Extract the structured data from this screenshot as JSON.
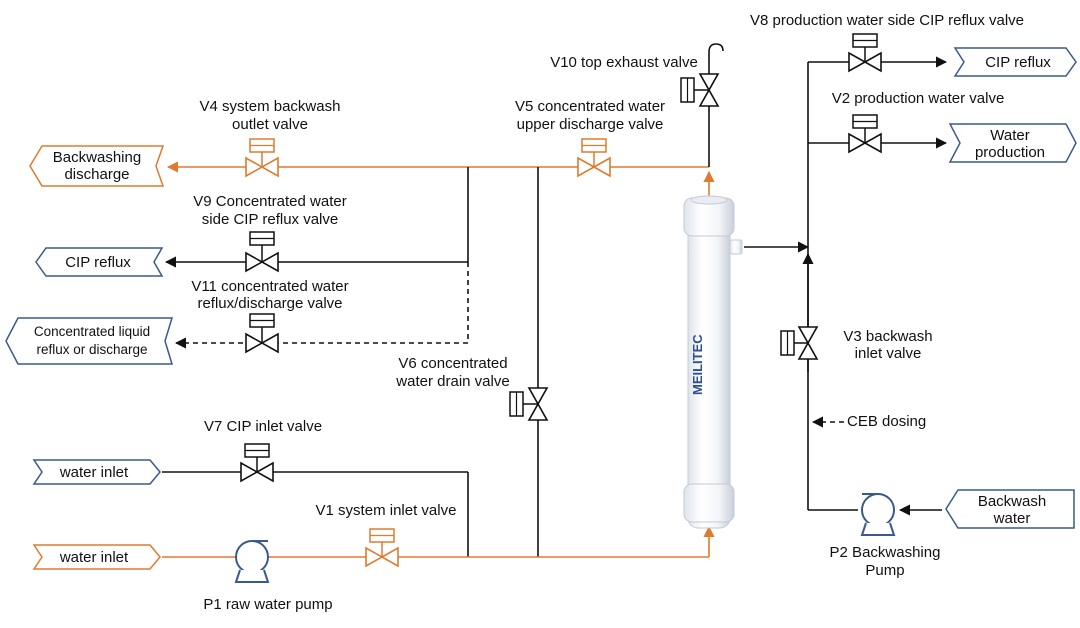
{
  "colors": {
    "process_line": "#e07a2e",
    "control_line": "#111111",
    "pump": "#3a5a8c",
    "tag_blue": "#3a5a8c",
    "tag_orange": "#e07a2e"
  },
  "labels": {
    "v10": "V10 top exhaust valve",
    "v8": "V8 production water side CIP reflux valve",
    "v2": "V2 production water valve",
    "v4_l1": "V4 system backwash",
    "v4_l2": "outlet valve",
    "v5_l1": "V5 concentrated water",
    "v5_l2": "upper discharge valve",
    "v9_l1": "V9 Concentrated water",
    "v9_l2": "side CIP reflux valve",
    "v11_l1": "V11 concentrated water",
    "v11_l2": "reflux/discharge valve",
    "v6_l1": "V6 concentrated",
    "v6_l2": "water drain valve",
    "v3_l1": "V3 backwash",
    "v3_l2": "inlet valve",
    "ceb": "CEB dosing",
    "v7": "V7 CIP inlet valve",
    "v1": "V1 system inlet valve",
    "p1": "P1 raw water pump",
    "p2_l1": "P2 Backwashing",
    "p2_l2": "Pump"
  },
  "tags": {
    "cip_reflux_right": "CIP reflux",
    "water_production_l1": "Water",
    "water_production_l2": "production",
    "backwashing_discharge_l1": "Backwashing",
    "backwashing_discharge_l2": "discharge",
    "cip_reflux_left": "CIP reflux",
    "concentrated_l1": "Concentrated liquid",
    "concentrated_l2": "reflux or discharge",
    "water_inlet_cip": "water inlet",
    "water_inlet_raw": "water inlet",
    "backwash_water_l1": "Backwash",
    "backwash_water_l2": "water"
  },
  "membrane_logo": "MEILITEC"
}
